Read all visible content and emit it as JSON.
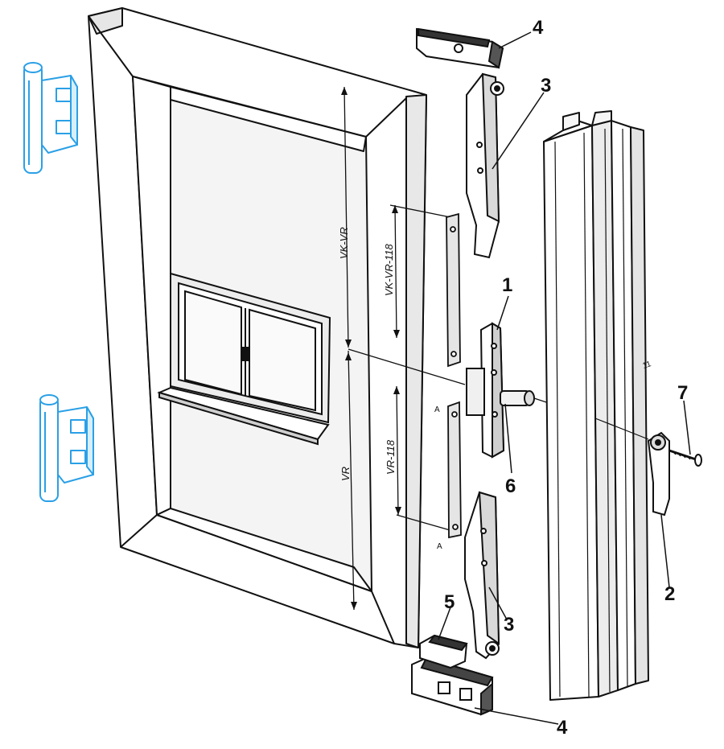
{
  "callouts": {
    "c1": "1",
    "c2": "2",
    "c3_top": "3",
    "c3_bottom": "3",
    "c4_top": "4",
    "c4_bottom": "4",
    "c5": "5",
    "c6": "6",
    "c7": "7"
  },
  "dimensions": {
    "vk_vr": "VK-VR",
    "vr": "VR",
    "vk_vr_118": "VK-VR-118",
    "vr_118": "VR-118",
    "section_a_top": "A",
    "section_a_bottom": "A",
    "eleven": "11"
  },
  "colors": {
    "line": "#111111",
    "hinge": "#2aa0e6",
    "frame_fill": "#ffffff",
    "shade": "#d9d9d9"
  }
}
